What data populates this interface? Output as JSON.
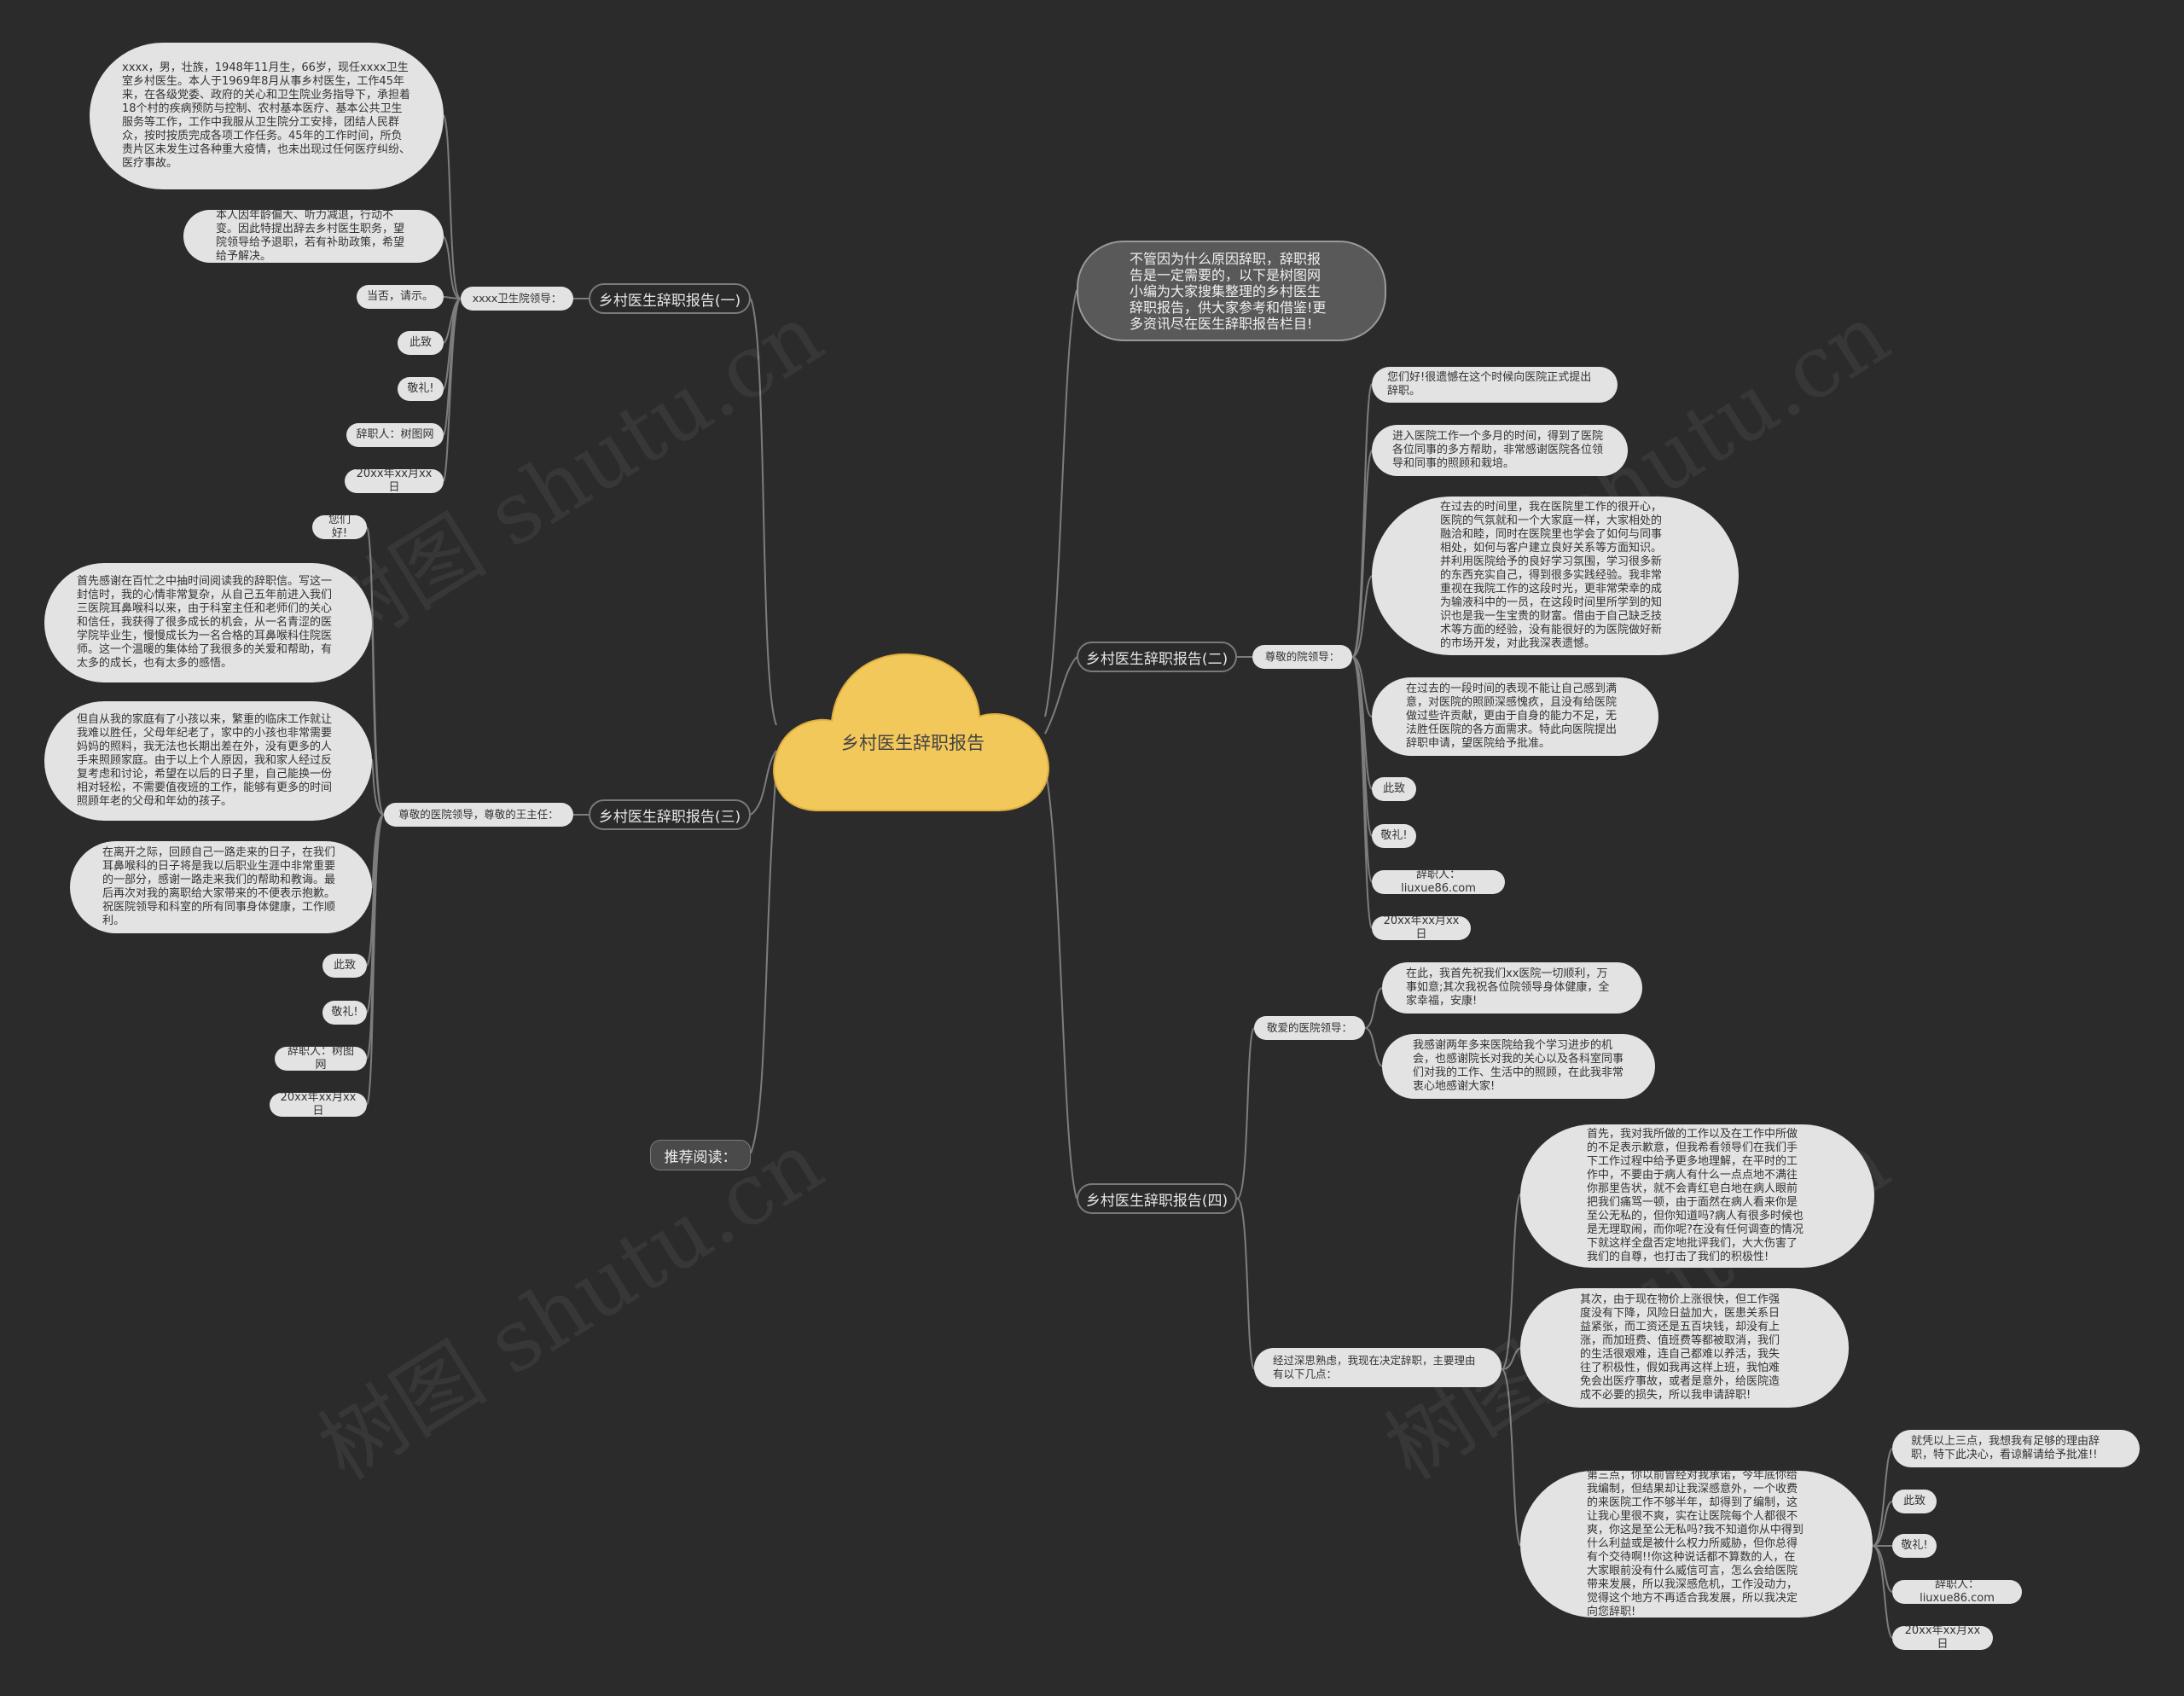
{
  "central": "乡村医生辞职报告",
  "watermark": "树图 shutu.cn",
  "intro": "不管因为什么原因辞职，辞职报告是一定需要的，以下是树图网小编为大家搜集整理的乡村医生辞职报告，供大家参考和借鉴!更多资讯尽在医生辞职报告栏目!",
  "recommend": "推荐阅读：",
  "b1": {
    "title": "乡村医生辞职报告(一)",
    "sub": "xxxx卫生院领导：",
    "p1": "xxxx，男，壮族，1948年11月生，66岁，现任xxxx卫生室乡村医生。本人于1969年8月从事乡村医生，工作45年来，在各级党委、政府的关心和卫生院业务指导下，承担着18个村的疾病预防与控制、农村基本医疗、基本公共卫生服务等工作，工作中我服从卫生院分工安排，团结人民群众，按时按质完成各项工作任务。45年的工作时间，所负责片区未发生过各种重大疫情，也未出现过任何医疗纠纷、医疗事故。",
    "p2": "本人因年龄偏大、听力减退，行动不变。因此特提出辞去乡村医生职务，望院领导给予退职，若有补助政策，希望给予解决。",
    "s1": "当否，请示。",
    "s2": "此致",
    "s3": "敬礼!",
    "s4": "辞职人：树图网",
    "s5": "20xx年xx月xx日"
  },
  "b3": {
    "title": "乡村医生辞职报告(三)",
    "sub": "尊敬的医院领导，尊敬的王主任：",
    "s0": "您们好!",
    "p1": "首先感谢在百忙之中抽时间阅读我的辞职信。写这一封信时，我的心情非常复杂，从自己五年前进入我们三医院耳鼻喉科以来，由于科室主任和老师们的关心和信任，我获得了很多成长的机会，从一名青涩的医学院毕业生，慢慢成长为一名合格的耳鼻喉科住院医师。这一个温暖的集体给了我很多的关爱和帮助，有太多的成长，也有太多的感悟。",
    "p2": "但自从我的家庭有了小孩以来，繁重的临床工作就让我难以胜任，父母年纪老了，家中的小孩也非常需要妈妈的照料，我无法也长期出差在外，没有更多的人手来照顾家庭。由于以上个人原因，我和家人经过反复考虑和讨论，希望在以后的日子里，自己能换一份相对轻松，不需要值夜班的工作，能够有更多的时间照顾年老的父母和年幼的孩子。",
    "p3": "在离开之际，回顾自己一路走来的日子，在我们耳鼻喉科的日子将是我以后职业生涯中非常重要的一部分，感谢一路走来我们的帮助和教诲。最后再次对我的离职给大家带来的不便表示抱歉。祝医院领导和科室的所有同事身体健康，工作顺利。",
    "s1": "此致",
    "s2": "敬礼!",
    "s3": "辞职人：树图网",
    "s4": "20xx年xx月xx日"
  },
  "b2": {
    "title": "乡村医生辞职报告(二)",
    "sub": "尊敬的院领导：",
    "p1": "您们好!很遗憾在这个时候向医院正式提出辞职。",
    "p2": "进入医院工作一个多月的时间，得到了医院各位同事的多方帮助，非常感谢医院各位领导和同事的照顾和栽培。",
    "p3": "在过去的时间里，我在医院里工作的很开心，医院的气氛就和一个大家庭一样，大家相处的融洽和睦，同时在医院里也学会了如何与同事相处，如何与客户建立良好关系等方面知识。并利用医院给予的良好学习氛围，学习很多新的东西充实自己，得到很多实践经验。我非常重视在我院工作的这段时光，更非常荣幸的成为输液科中的一员，在这段时间里所学到的知识也是我一生宝贵的财富。借由于自己缺乏技术等方面的经验，没有能很好的为医院做好新的市场开发，对此我深表遗憾。",
    "p4": "在过去的一段时间的表现不能让自己感到满意，对医院的照顾深感愧疚，且没有给医院做过些许贡献，更由于自身的能力不足，无法胜任医院的各方面需求。特此向医院提出辞职申请，望医院给予批准。",
    "s1": "此致",
    "s2": "敬礼!",
    "s3": "辞职人：liuxue86.com",
    "s4": "20xx年xx月xx日"
  },
  "b4": {
    "title": "乡村医生辞职报告(四)",
    "sub1": "敬爱的医院领导：",
    "a1": "在此，我首先祝我们xx医院一切顺利，万事如意;其次我祝各位院领导身体健康，全家幸福，安康!",
    "a2": "我感谢两年多来医院给我个学习进步的机会，也感谢院长对我的关心以及各科室同事们对我的工作、生活中的照顾，在此我非常衷心地感谢大家!",
    "sub2": "经过深思熟虑，我现在决定辞职，主要理由有以下几点：",
    "r1": "首先，我对我所做的工作以及在工作中所做的不足表示歉意，但我希看领导们在我们手下工作过程中给予更多地理解，在平时的工作中，不要由于病人有什么一点点地不满往你那里告状，就不会青红皂白地在病人眼前把我们痛骂一顿，由于面然在病人看来你是至公无私的，但你知道吗?病人有很多时候也是无理取闹，而你呢?在没有任何调查的情况下就这样全盘否定地批评我们，大大伤害了我们的自尊，也打击了我们的积极性!",
    "r2": "其次，由于现在物价上涨很快，但工作强度没有下降，风险日益加大，医患关系日益紧张，而工资还是五百块钱，却没有上涨，而加班费、值班费等都被取消，我们的生活很艰难，连自己都难以养活，我失往了积极性，假如我再这样上班，我怕难免会出医疗事故，或者是意外，给医院造成不必要的损失，所以我申请辞职!",
    "r3": "第三点，你以前曾经对我承诺，今年底你给我编制，但结果却让我深感意外，一个收费的来医院工作不够半年，却得到了编制，这让我心里很不爽，实在让医院每个人都很不爽，你这是至公无私吗?我不知道你从中得到什么利益或是被什么权力所威胁，但你总得有个交待啊!!你这种说话都不算数的人，在大家眼前没有什么威信可言，怎么会给医院带来发展，所以我深感危机，工作没动力，觉得这个地方不再适合我发展，所以我决定向您辞职!",
    "e1": "就凭以上三点，我想我有足够的理由辞职，特下此决心，看谅解请给予批准!!",
    "e2": "此致",
    "e3": "敬礼!",
    "e4": "辞职人：liuxue86.com",
    "e5": "20xx年xx月xx日"
  }
}
